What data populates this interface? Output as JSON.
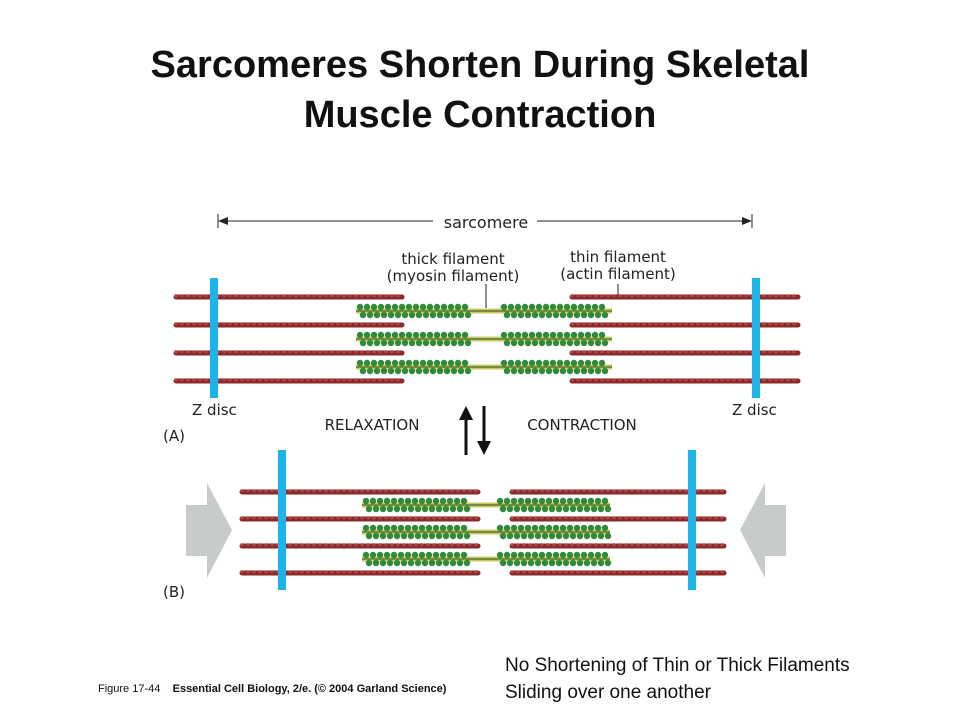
{
  "slide": {
    "title_line1": "Sarcomeres Shorten During Skeletal",
    "title_line2": "Muscle Contraction",
    "note_line1": "No Shortening of Thin or Thick Filaments",
    "note_line2": "Sliding over one another"
  },
  "figure": {
    "sarcomere_label": "sarcomere",
    "thick_label_1": "thick filament",
    "thick_label_2": "(myosin filament)",
    "thin_label_1": "thin filament",
    "thin_label_2": "(actin filament)",
    "z_disc_left": "Z disc",
    "z_disc_right": "Z disc",
    "panel_a": "(A)",
    "panel_b": "(B)",
    "relaxation": "RELAXATION",
    "contraction": "CONTRACTION",
    "credit_figure": "Figure 17-44",
    "credit_book": "Essential Cell Biology, 2/e. (© 2004 Garland Science)"
  },
  "colors": {
    "z_disc": "#1eb4ea",
    "actin": "#8a2a2a",
    "myosin_head": "#2f8a3a",
    "myosin_shaft": "#c9c86a",
    "push_arrow": "#c8ccc8"
  }
}
